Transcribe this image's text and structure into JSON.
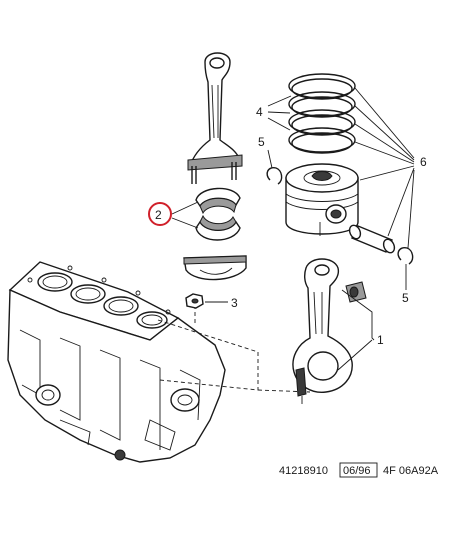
{
  "labels": {
    "conrod_bearings": "2",
    "nut": "3",
    "piston_rings": "4",
    "circlip_top": "5",
    "circlip_bottom": "5",
    "gudgeon_pin": "6",
    "connecting_rod": "1"
  },
  "footer": {
    "part_number": "41218910",
    "date": "06/96",
    "code": "4F 06A92A"
  },
  "colors": {
    "highlight_circle": "#d0202a",
    "line": "#1a1a1a"
  }
}
